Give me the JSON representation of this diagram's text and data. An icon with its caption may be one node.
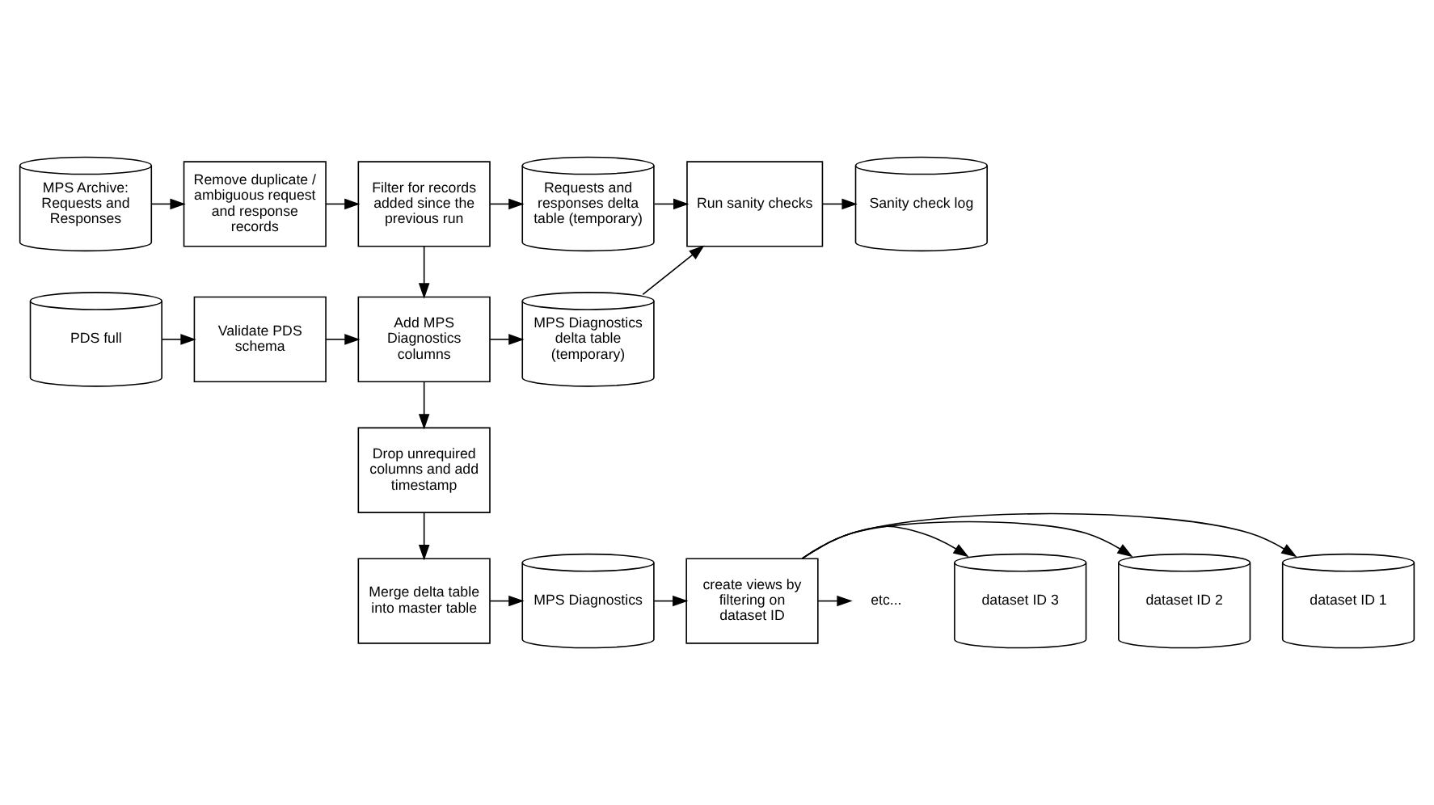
{
  "diagram": {
    "nodes": [
      {
        "text": [
          "MPS Archive: Requests and Responses"
        ]
      },
      {
        "text": [
          "Remove duplicate / ambiguous request and response records"
        ]
      },
      {
        "text": [
          "Filter for records added since the previous run"
        ]
      },
      {
        "text": [
          "Requests and responses delta table (temporary)"
        ]
      },
      {
        "text": [
          "Run sanity checks"
        ]
      },
      {
        "text": [
          "Sanity check log"
        ]
      },
      {
        "text": [
          "PDS full"
        ]
      },
      {
        "text": [
          "Validate PDS schema"
        ]
      },
      {
        "text": [
          "Add MPS Diagnostics columns"
        ]
      },
      {
        "text": [
          "MPS Diagnostics delta table (temporary)"
        ]
      },
      {
        "text": [
          "Drop unrequired columns and add timestamp"
        ]
      },
      {
        "text": [
          "Merge delta table into master table"
        ]
      },
      {
        "text": [
          "MPS Diagnostics"
        ]
      },
      {
        "text": [
          "create views by filtering on dataset ID"
        ]
      },
      {
        "text": [
          "dataset ID 1"
        ]
      },
      {
        "text": [
          "dataset ID 2"
        ]
      },
      {
        "text": [
          "dataset ID 3"
        ]
      },
      {
        "text": [
          "etc..."
        ]
      }
    ],
    "edges": [
      {
        "from": 0,
        "to": 1,
        "arrow": "to"
      },
      {
        "from": 1,
        "to": 2,
        "arrow": "to"
      },
      {
        "from": 2,
        "to": 3,
        "arrow": "to"
      },
      {
        "from": 3,
        "to": 4,
        "arrow": "to"
      },
      {
        "from": 4,
        "to": 5,
        "arrow": "to"
      },
      {
        "from": 6,
        "to": 7,
        "arrow": "to"
      },
      {
        "from": 7,
        "to": 8,
        "arrow": "to"
      },
      {
        "from": 8,
        "to": 9,
        "arrow": "to"
      },
      {
        "from": 9,
        "to": 4,
        "arrow": "to"
      },
      {
        "from": 2,
        "to": 8,
        "arrow": "to"
      },
      {
        "from": 8,
        "to": 10,
        "arrow": "to"
      },
      {
        "from": 10,
        "to": 11,
        "arrow": "to"
      },
      {
        "from": 11,
        "to": 12,
        "arrow": "to"
      },
      {
        "from": 12,
        "to": 13,
        "arrow": "to"
      },
      {
        "from": 13,
        "to": 14,
        "arrow": "to"
      },
      {
        "from": 13,
        "to": 15,
        "arrow": "to"
      },
      {
        "from": 13,
        "to": 16,
        "arrow": "to"
      },
      {
        "from": 13,
        "to": 17,
        "arrow": "to"
      }
    ]
  }
}
